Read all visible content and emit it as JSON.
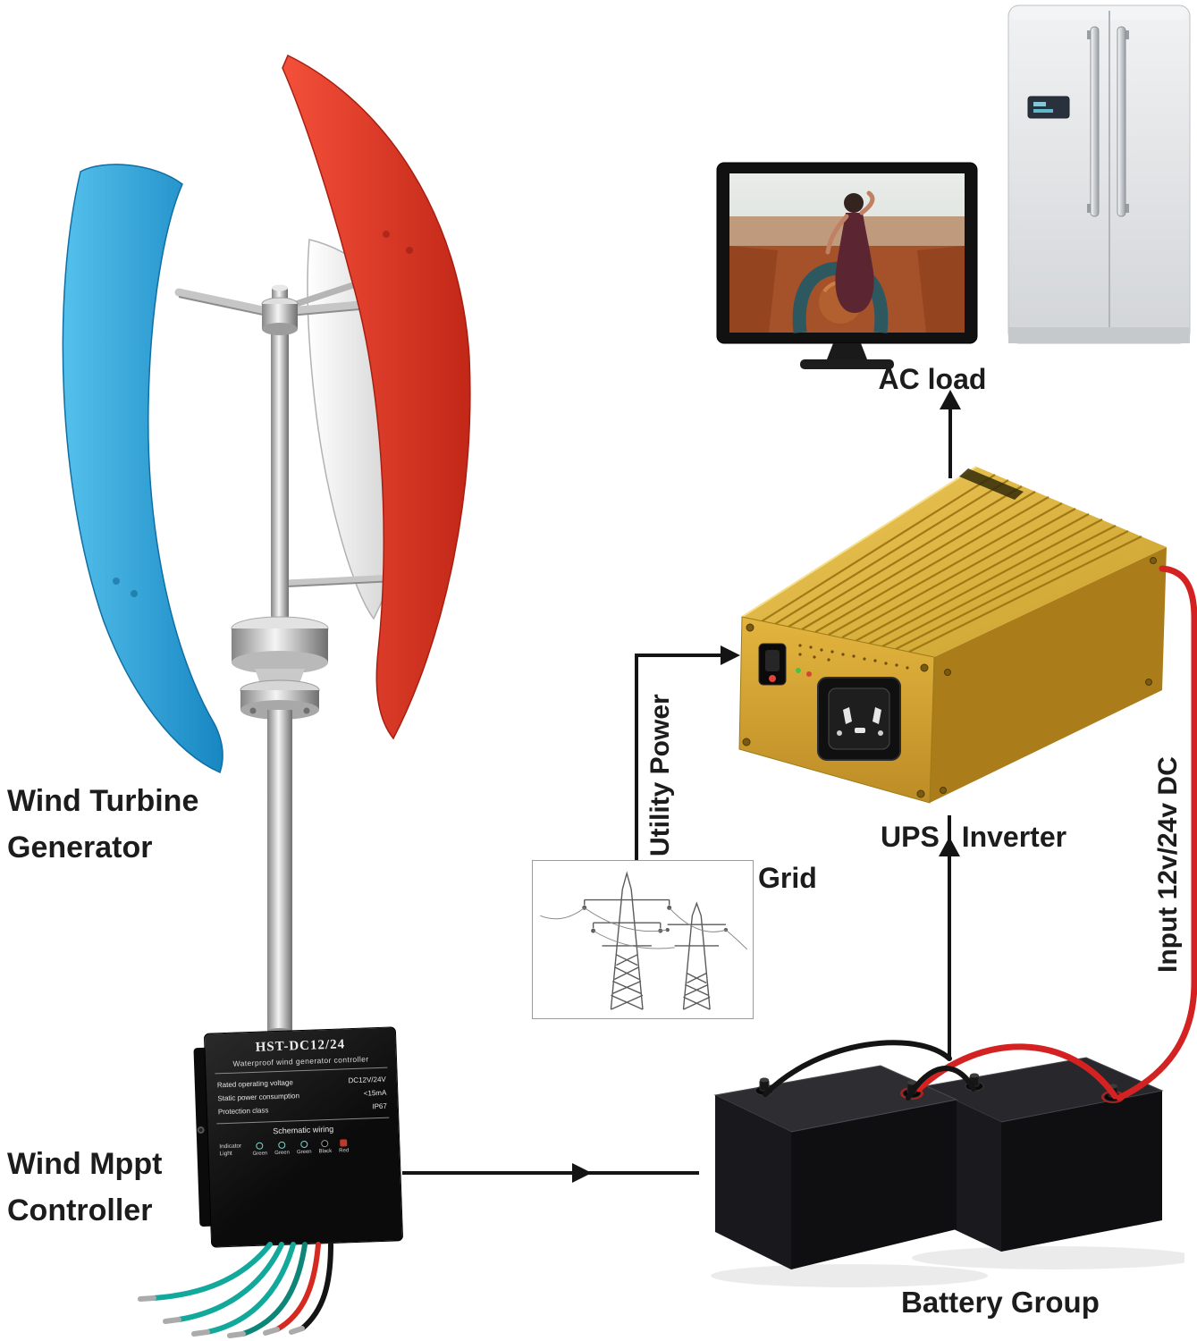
{
  "labels": {
    "wind_turbine_line1": "Wind Turbine",
    "wind_turbine_line2": "Generator",
    "controller_line1": "Wind Mppt",
    "controller_line2": "Controller",
    "ac_load": "AC load",
    "ups_inverter": "UPS Inverter",
    "utility_power": "Utility Power",
    "grid": "Grid",
    "input_dc": "Input 12v/24v DC",
    "battery_group": "Battery Group"
  },
  "controller": {
    "model": "HST-DC12/24",
    "subtitle": "Waterproof wind generator controller",
    "specs": [
      {
        "label": "Rated operating voltage",
        "value": "DC12V/24V"
      },
      {
        "label": "Static power consumption",
        "value": "<15mA"
      },
      {
        "label": "Protection class",
        "value": "IP67"
      }
    ],
    "schematic_title": "Schematic wiring",
    "indicator_label": "Indicator\nLight",
    "terminal_labels": [
      "Green",
      "Green",
      "Green",
      "Black",
      "Red"
    ]
  },
  "colors": {
    "blade_red": "#e23b28",
    "blade_blue": "#2ba5de",
    "inverter_gold": "#d8a733",
    "wire_red": "#d42222",
    "wire_teal": "#12a99c",
    "battery_black": "#17171a",
    "label_text": "#1c1c1c"
  }
}
